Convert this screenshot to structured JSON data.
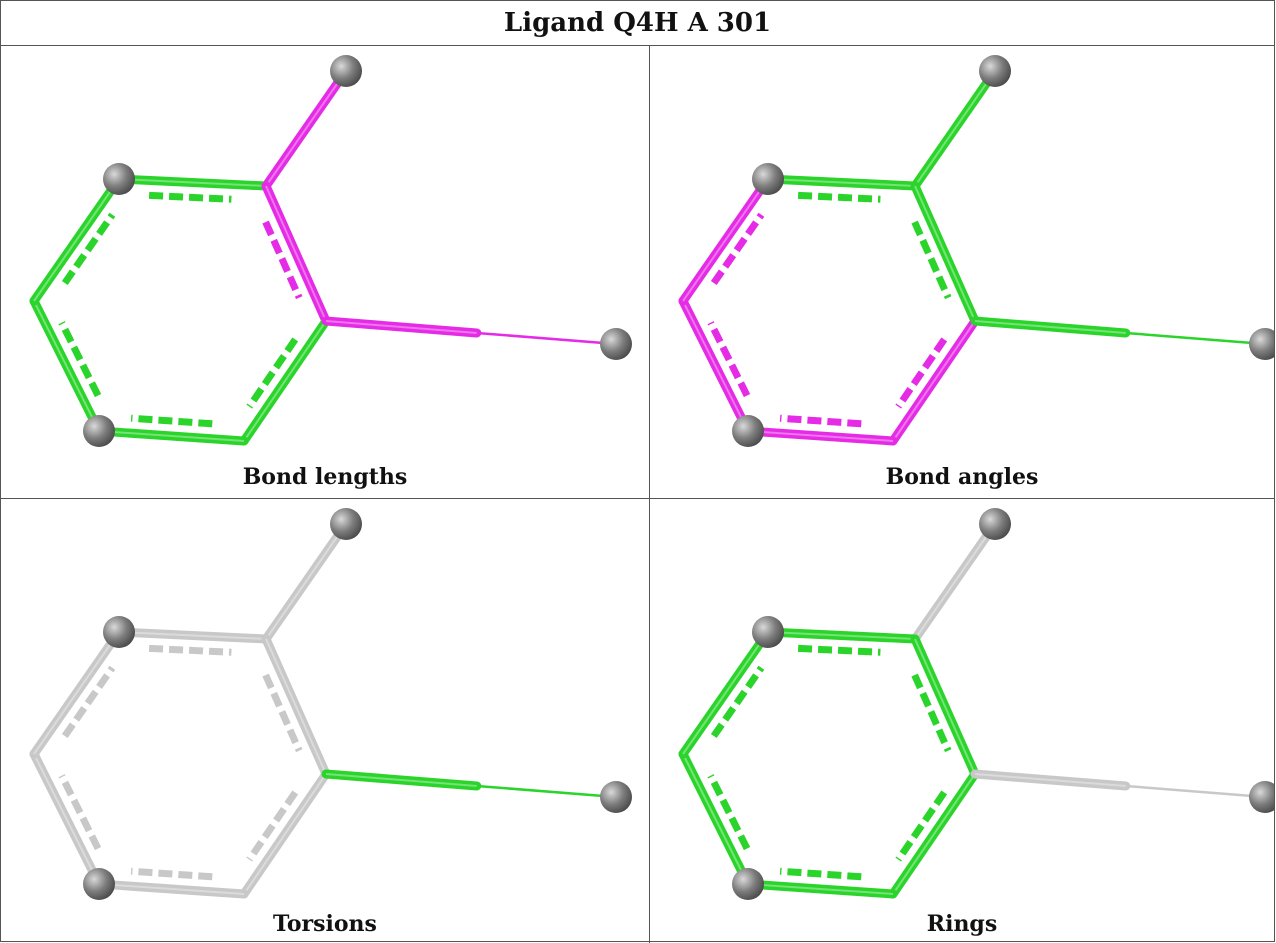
{
  "title": "Ligand Q4H A 301",
  "colors": {
    "green": "#2bd42b",
    "magenta": "#e52be5",
    "grey": "#c8c8c8",
    "atom": "#7d7d7d"
  },
  "panels": [
    {
      "caption": "Bond lengths",
      "bonds": {
        "b_ext_top": "magenta",
        "b_r12": "green",
        "b_r23": "magenta",
        "b_r34": "green",
        "b_r45": "green",
        "b_r56": "green",
        "b_r61": "green",
        "b_ext_right": "magenta"
      }
    },
    {
      "caption": "Bond angles",
      "bonds": {
        "b_ext_top": "green",
        "b_r12": "green",
        "b_r23": "green",
        "b_r34": "magenta",
        "b_r45": "magenta",
        "b_r56": "magenta",
        "b_r61": "magenta",
        "b_ext_right": "green"
      }
    },
    {
      "caption": "Torsions",
      "bonds": {
        "b_ext_top": "grey",
        "b_r12": "grey",
        "b_r23": "grey",
        "b_r34": "grey",
        "b_r45": "grey",
        "b_r56": "grey",
        "b_r61": "grey",
        "b_ext_right": "green"
      }
    },
    {
      "caption": "Rings",
      "bonds": {
        "b_ext_top": "grey",
        "b_r12": "green",
        "b_r23": "green",
        "b_r34": "green",
        "b_r45": "green",
        "b_r56": "green",
        "b_r61": "green",
        "b_ext_right": "grey"
      }
    }
  ]
}
